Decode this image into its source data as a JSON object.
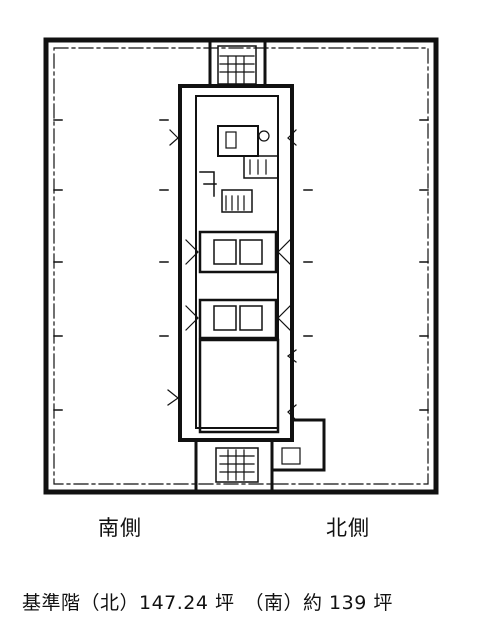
{
  "labels": {
    "south": "南側",
    "north": "北側"
  },
  "caption": "基準階（北）147.24 坪　（南）約 139 坪",
  "colors": {
    "ink": "#111111",
    "paper": "#ffffff"
  }
}
